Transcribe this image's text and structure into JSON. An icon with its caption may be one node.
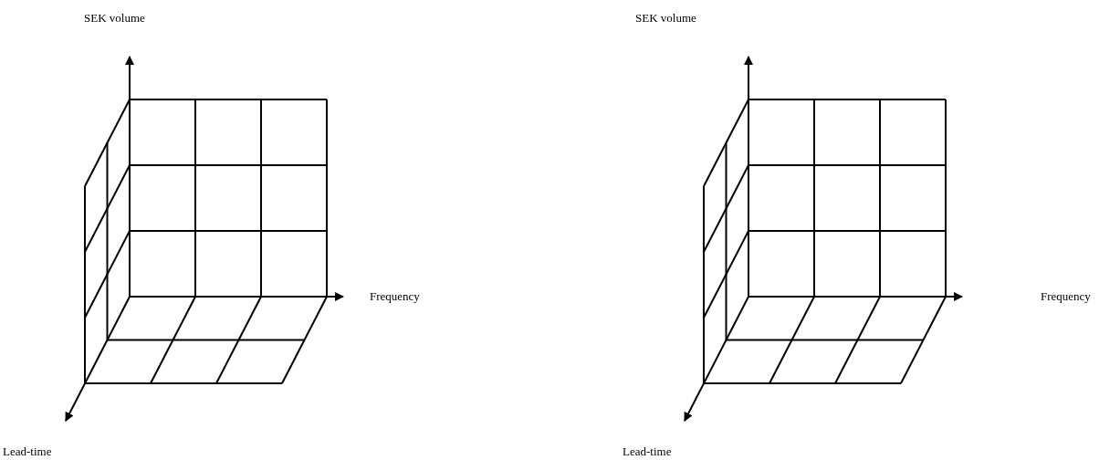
{
  "diagram": {
    "labels": [
      "SEK volume",
      "SEK volume",
      "Frequency",
      "Frequency",
      "Lead-time",
      "Lead-time"
    ]
  }
}
